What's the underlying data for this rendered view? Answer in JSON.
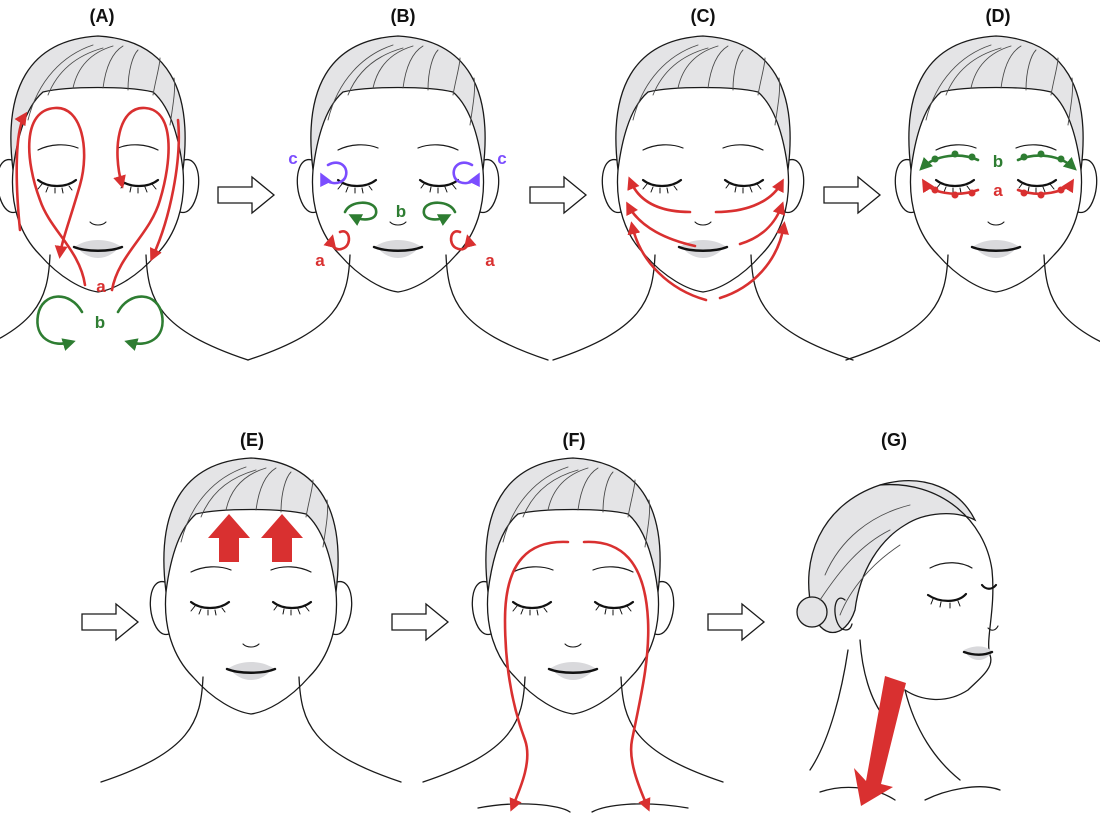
{
  "figure": {
    "panels": [
      {
        "id": "A",
        "label": "(A)",
        "marks": [
          {
            "text": "a",
            "color": "red"
          },
          {
            "text": "b",
            "color": "green"
          }
        ]
      },
      {
        "id": "B",
        "label": "(B)",
        "marks": [
          {
            "text": "a",
            "color": "red"
          },
          {
            "text": "b",
            "color": "green"
          },
          {
            "text": "c",
            "color": "purple"
          }
        ]
      },
      {
        "id": "C",
        "label": "(C)",
        "marks": []
      },
      {
        "id": "D",
        "label": "(D)",
        "marks": [
          {
            "text": "a",
            "color": "red"
          },
          {
            "text": "b",
            "color": "green"
          }
        ]
      },
      {
        "id": "E",
        "label": "(E)",
        "marks": []
      },
      {
        "id": "F",
        "label": "(F)",
        "marks": []
      },
      {
        "id": "G",
        "label": "(G)",
        "marks": []
      }
    ],
    "colors": {
      "red": "#d93030",
      "green": "#2e7d32",
      "purple": "#7b4dff",
      "hair": "#e4e4e6",
      "outline": "#1a1a1a",
      "step_arrow_fill": "#ffffff"
    },
    "icons": {
      "step_arrow": "hollow-right-arrow-icon",
      "upward_arrow": "up-arrow-icon",
      "downward_arrow": "down-arrow-icon"
    }
  }
}
